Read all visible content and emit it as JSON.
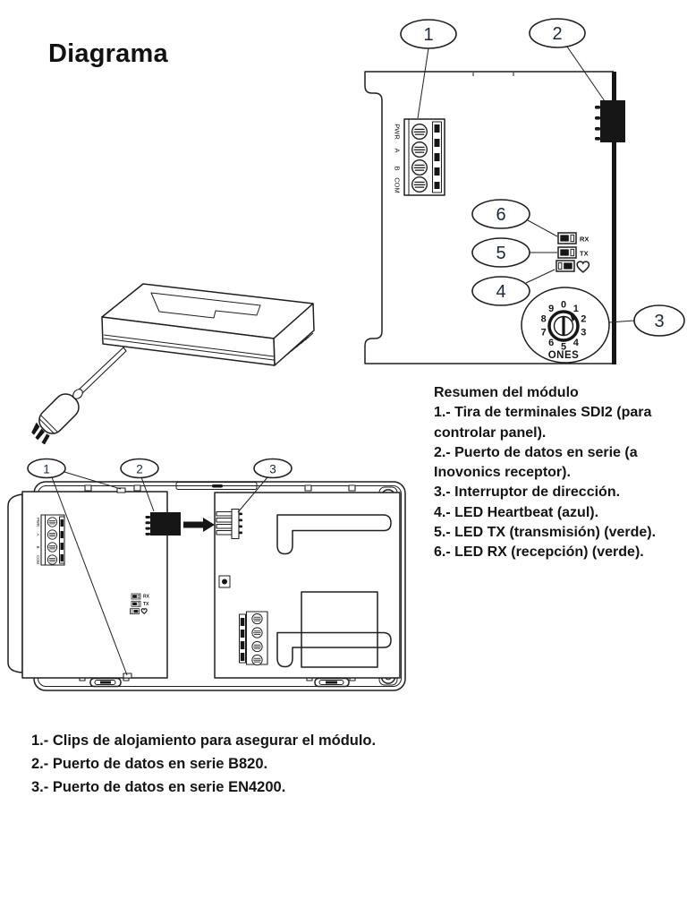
{
  "page": {
    "title": "Diagrama",
    "background_color": "#ffffff",
    "line_color": "#1f1f1f",
    "callout_number_color": "#1e2836"
  },
  "top_board_diagram": {
    "callout_1": "1",
    "callout_2": "2",
    "callout_3": "3",
    "callout_4": "4",
    "callout_5": "5",
    "callout_6": "6",
    "terminal_labels": [
      "PWR",
      "A",
      "B",
      "COM"
    ],
    "led_rx_label": "RX",
    "led_tx_label": "TX",
    "heartbeat_icon": "heart-outline",
    "rotary_digits": [
      "0",
      "1",
      "2",
      "3",
      "4",
      "5",
      "6",
      "7",
      "8",
      "9"
    ],
    "rotary_label": "ONES"
  },
  "module_summary": {
    "heading": "Resumen del módulo",
    "items": [
      "1.- Tira de terminales SDI2 (para controlar panel).",
      "2.- Puerto de datos en serie (a Inovonics receptor).",
      "3.- Interruptor de dirección.",
      "4.- LED Heartbeat (azul).",
      "5.- LED TX (transmisión) (verde).",
      "6.- LED RX (recepción) (verde)."
    ]
  },
  "housing_diagram": {
    "callout_1": "1",
    "callout_2": "2",
    "callout_3": "3",
    "terminal_labels": [
      "PWR",
      "A",
      "B",
      "COM"
    ],
    "led_rx_label": "RX",
    "led_tx_label": "TX",
    "heartbeat_icon": "heart-outline"
  },
  "installation_notes": {
    "items": [
      "1.- Clips de alojamiento para asegurar el módulo.",
      "2.- Puerto de datos en serie B820.",
      "3.- Puerto de datos en serie EN4200."
    ]
  }
}
